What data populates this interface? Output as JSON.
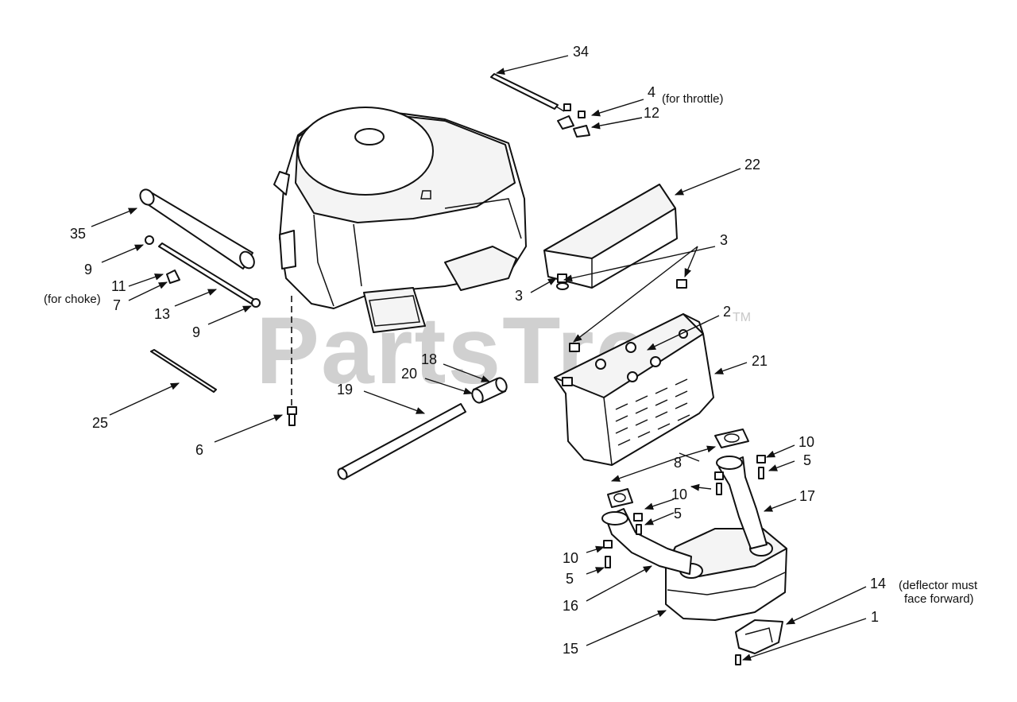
{
  "watermark": {
    "text": "PartsTree",
    "tm": "TM"
  },
  "labels": {
    "l34": "34",
    "l4": "4",
    "l12": "12",
    "l22": "22",
    "l3a": "3",
    "l3b": "3",
    "l2": "2",
    "l21": "21",
    "l35": "35",
    "l9a": "9",
    "l11": "11",
    "l7": "7",
    "l13": "13",
    "l9b": "9",
    "l18": "18",
    "l20": "20",
    "l19": "19",
    "l25": "25",
    "l6": "6",
    "l10a": "10",
    "l5a": "5",
    "l8": "8",
    "l10b": "10",
    "l5b": "5",
    "l17": "17",
    "l10c": "10",
    "l5c": "5",
    "l16": "16",
    "l14": "14",
    "l1": "1",
    "l15": "15"
  },
  "notes": {
    "throttle": "(for throttle)",
    "choke": "(for choke)",
    "deflector1": "(deflector must",
    "deflector2": "face forward)"
  },
  "colors": {
    "ink": "#111111",
    "watermark": "#d0d0d0"
  }
}
